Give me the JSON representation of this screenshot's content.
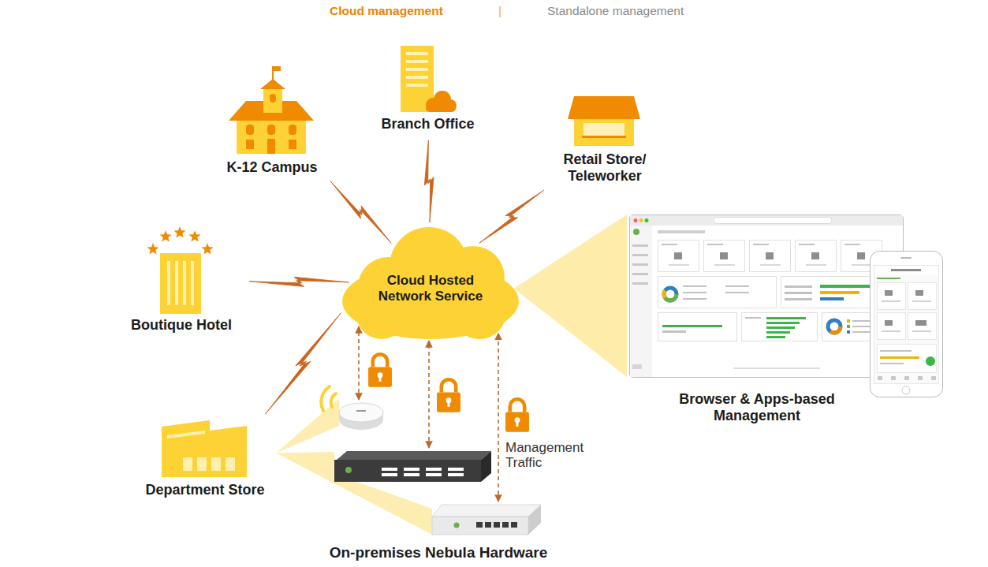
{
  "diagram": {
    "nodes": [
      {
        "text": [
          "Branch Office"
        ]
      },
      {
        "text": [
          "K-12 Campus"
        ]
      },
      {
        "text": [
          "Retail Store/ Teleworker"
        ]
      },
      {
        "text": [
          "Boutique Hotel"
        ]
      },
      {
        "text": [
          "Cloud Hosted Network Service"
        ]
      },
      {
        "text": [
          "Browser & Apps-based Management"
        ]
      },
      {
        "text": [
          "Department Store"
        ]
      },
      {
        "text": [
          "On-premises Nebula Hardware"
        ]
      }
    ],
    "edges": [
      {
        "from": 1,
        "to": 4,
        "arrow": "none"
      },
      {
        "from": 0,
        "to": 4,
        "arrow": "none"
      },
      {
        "from": 2,
        "to": 4,
        "arrow": "none"
      },
      {
        "from": 3,
        "to": 4,
        "arrow": "none"
      },
      {
        "from": 6,
        "to": 4,
        "arrow": "none"
      },
      {
        "from": 4,
        "to": 5,
        "arrow": "none"
      },
      {
        "from": 7,
        "to": 6,
        "arrow": "none"
      },
      {
        "from": 7,
        "to": 4,
        "arrow": "both"
      },
      {
        "from": 7,
        "to": 4,
        "arrow": "both"
      },
      {
        "from": 7,
        "to": 4,
        "arrow": "both",
        "label": "Management Traffic"
      }
    ],
    "labels": [
      "Cloud management",
      "Standalone management"
    ]
  }
}
